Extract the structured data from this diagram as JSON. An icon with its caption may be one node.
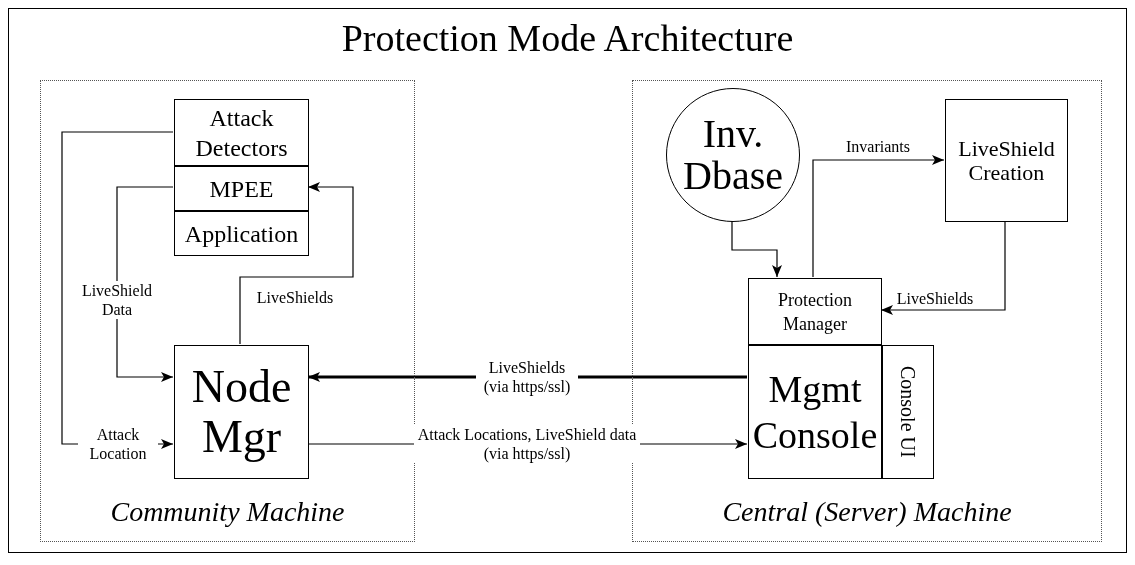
{
  "diagram": {
    "title": "Protection Mode Architecture",
    "nodes": [
      {
        "text": [
          "Community Machine"
        ]
      },
      {
        "text": [
          "Attack Detectors"
        ],
        "in": 0
      },
      {
        "text": [
          "MPEE"
        ],
        "in": 0
      },
      {
        "text": [
          "Application"
        ],
        "in": 0
      },
      {
        "text": [
          "Node Mgr"
        ],
        "in": 0
      },
      {
        "text": [
          "Central (Server) Machine"
        ]
      },
      {
        "text": [
          "Inv. Dbase"
        ],
        "in": 5
      },
      {
        "text": [
          "LiveShield Creation"
        ],
        "in": 5
      },
      {
        "text": [
          "Protection Manager"
        ],
        "in": 5
      },
      {
        "text": [
          "Mgmt Console"
        ],
        "in": 5
      },
      {
        "text": [
          "Console UI"
        ],
        "in": 5
      }
    ],
    "edges": [
      {
        "from": 1,
        "to": 4,
        "arrow": "to",
        "label": "Attack Location"
      },
      {
        "from": 2,
        "to": 4,
        "arrow": "to",
        "label": "LiveShield Data"
      },
      {
        "from": 4,
        "to": 2,
        "arrow": "to",
        "label": "LiveShields"
      },
      {
        "from": 9,
        "to": 4,
        "arrow": "to",
        "label": "LiveShields (via https/ssl)",
        "style": "thick"
      },
      {
        "from": 4,
        "to": 9,
        "arrow": "to",
        "label": "Attack Locations, LiveShield data (via https/ssl)"
      },
      {
        "from": 6,
        "to": 8,
        "arrow": "to"
      },
      {
        "from": 8,
        "to": 7,
        "arrow": "to",
        "label": "Invariants"
      },
      {
        "from": 7,
        "to": 8,
        "arrow": "to",
        "label": "LiveShields"
      }
    ]
  }
}
